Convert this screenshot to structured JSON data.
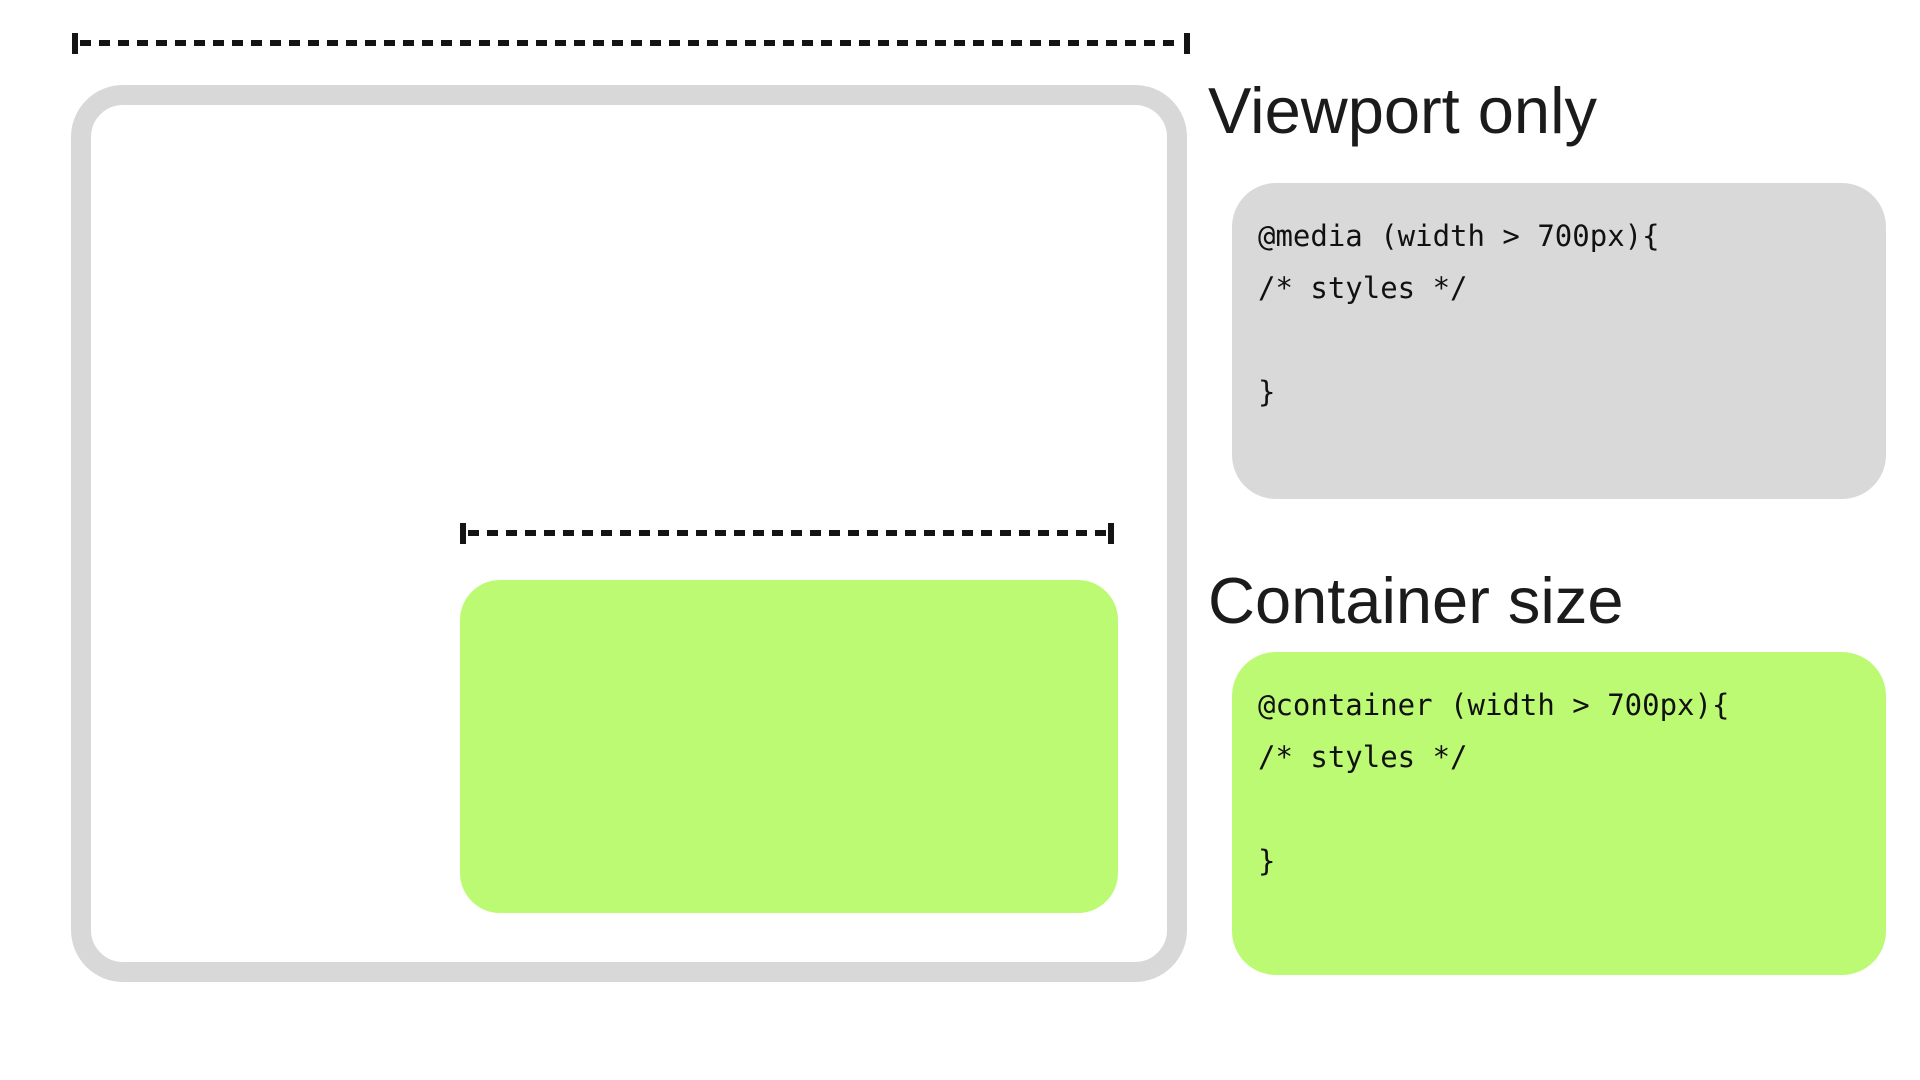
{
  "diagram": {
    "viewport_measure_label": "viewport-width-measure-line",
    "container_measure_label": "container-width-measure-line",
    "viewport_frame_label": "viewport-frame",
    "container_box_label": "container-box"
  },
  "right_panel": {
    "viewport_section": {
      "heading": "Viewport only",
      "code_lines": [
        "@media (width > 700px){",
        "/* styles */",
        "",
        "}"
      ]
    },
    "container_section": {
      "heading": "Container size",
      "code_lines": [
        "@container (width > 700px){",
        "/* styles */",
        "",
        "}"
      ]
    }
  },
  "colors": {
    "green": "#bdfa73",
    "frame_gray": "#d8d8d8",
    "code_block_gray": "#d9d9d9",
    "line_black": "#141414"
  }
}
